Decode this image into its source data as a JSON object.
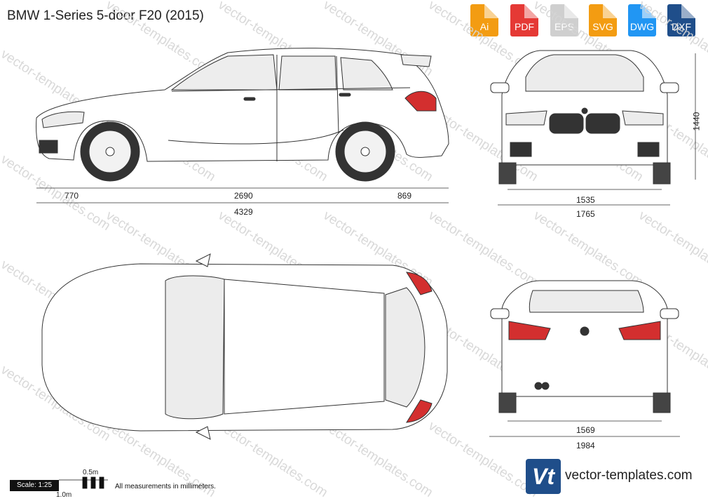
{
  "title": "BMW 1-Series 5-door F20 (2015)",
  "formats": [
    {
      "label": "Ai",
      "color": "#f39c12"
    },
    {
      "label": "PDF",
      "color": "#e53935"
    },
    {
      "label": "EPS",
      "color": "#cfcfcf"
    },
    {
      "label": "SVG",
      "color": "#f39c12"
    },
    {
      "label": "DWG",
      "color": "#2196f3"
    },
    {
      "label": "DXF",
      "color": "#1f4e8a"
    }
  ],
  "watermark": "vector-templates.com",
  "dimensions": {
    "front_overhang": "770",
    "wheelbase": "2690",
    "rear_overhang": "869",
    "length": "4329",
    "height": "1440",
    "front_track": "1535",
    "width": "1765",
    "rear_track": "1569",
    "width_mirrors": "1984"
  },
  "scale": {
    "label": "Scale: 1:25",
    "half_meter": "0.5m",
    "one_meter": "1.0m"
  },
  "note": "All measurements in millimeters.",
  "brand": {
    "logo_text": "Vt",
    "url": "vector-templates.com"
  }
}
